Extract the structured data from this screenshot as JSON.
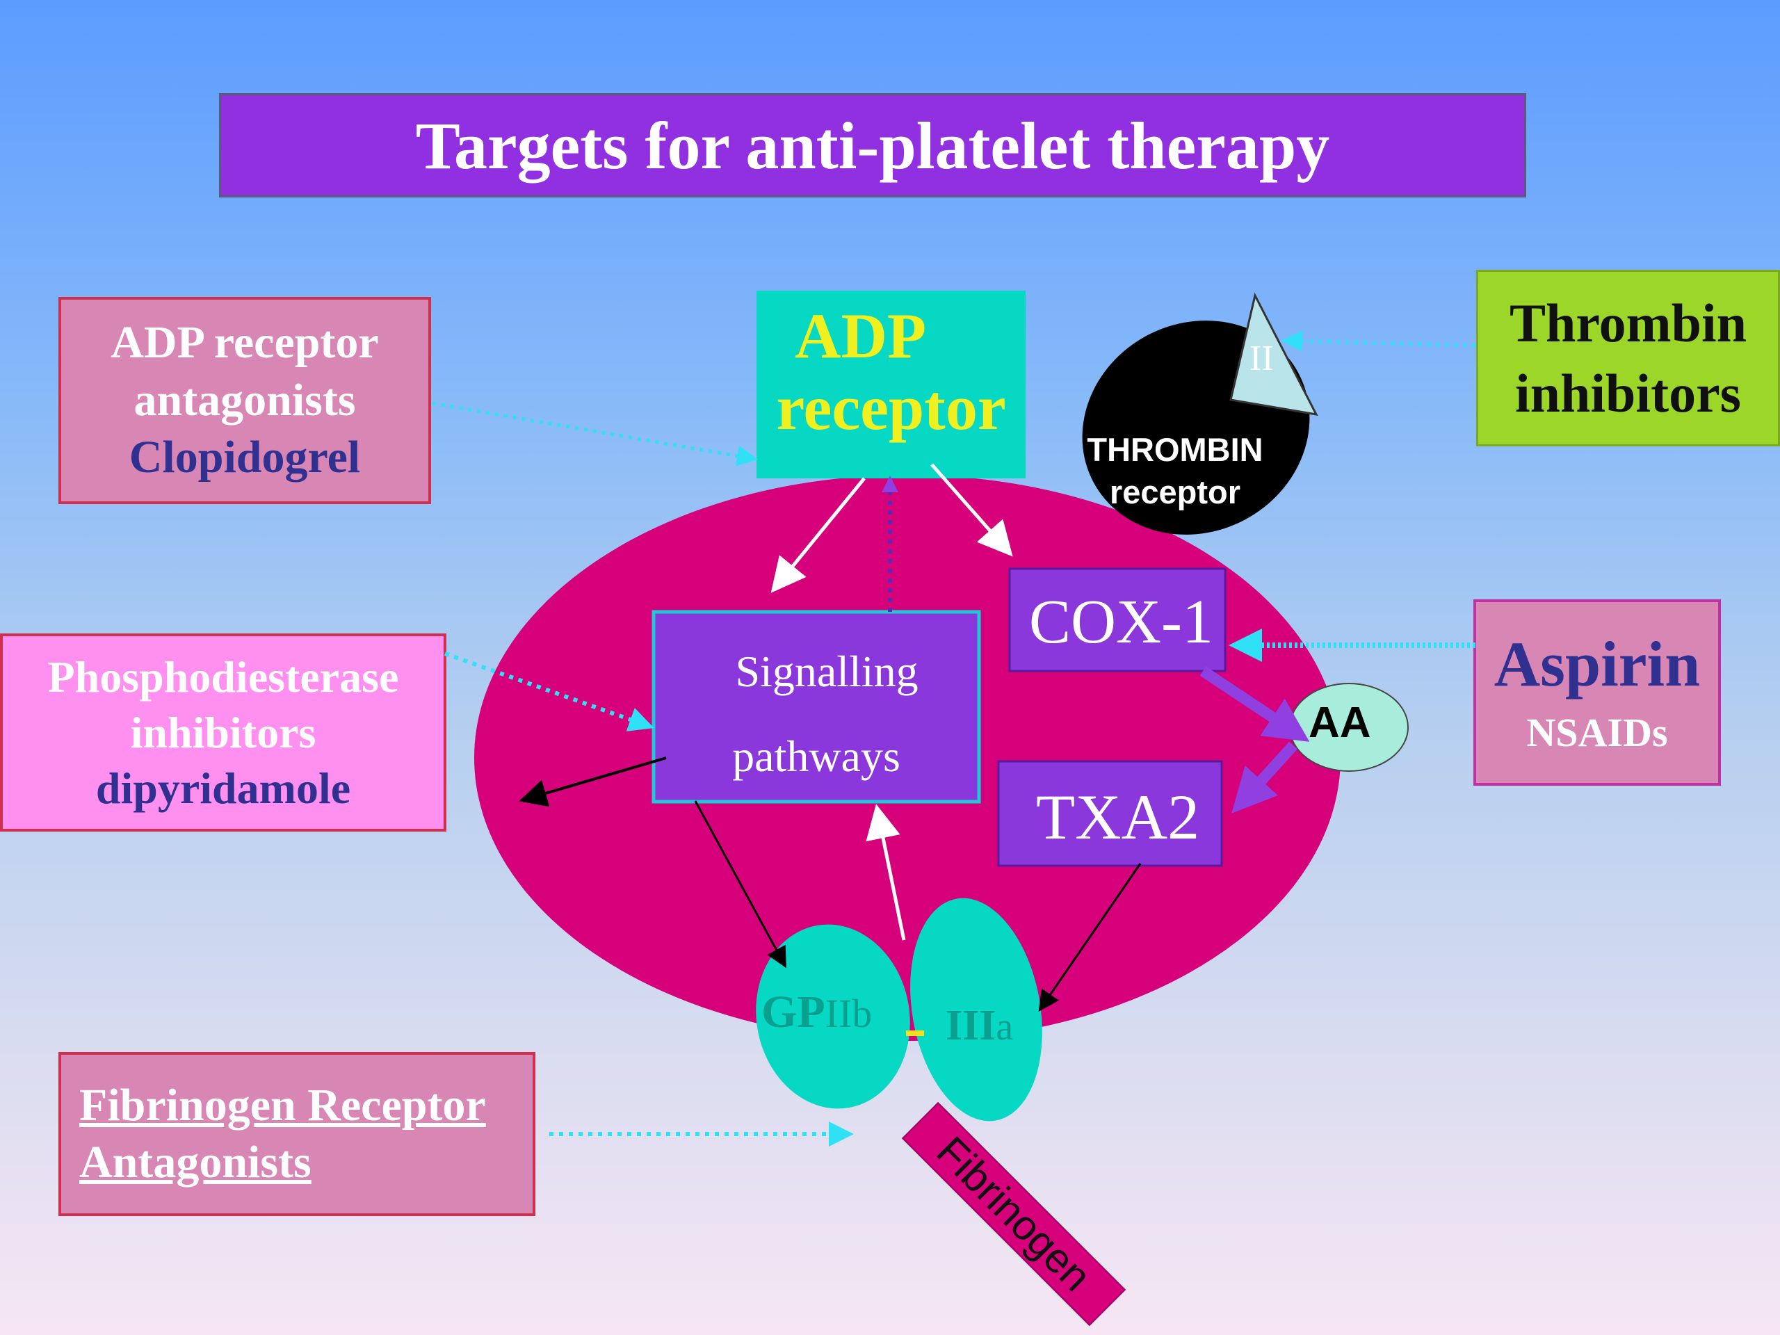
{
  "title": "Targets for anti-platelet therapy",
  "adp_antagonists": {
    "line1": "ADP receptor",
    "line2": "antagonists",
    "drug": "Clopidogrel"
  },
  "pde_inhibitors": {
    "line1": "Phosphodiesterase",
    "line2": "inhibitors",
    "drug": "dipyridamole"
  },
  "fibrinogen_antagonists": {
    "line1": "Fibrinogen Receptor",
    "line2": "Antagonists"
  },
  "thrombin_inhibitors": {
    "line1": "Thrombin",
    "line2": "inhibitors"
  },
  "aspirin": {
    "line1": "Aspirin",
    "line2": "NSAIDs"
  },
  "adp_receptor": {
    "line1": "ADP",
    "line2": "receptor"
  },
  "thrombin_receptor": {
    "line1": "THROMBIN",
    "line2": "receptor",
    "factor": "II"
  },
  "signalling": {
    "line1": "Signalling",
    "line2": "pathways"
  },
  "cox1": "COX-1",
  "txa2": "TXA2",
  "aa": "AA",
  "gp_left": {
    "main": "GP",
    "sub": "IIb"
  },
  "gp_right": {
    "main": "III",
    "sub": "a"
  },
  "fibrinogen": "Fibrinogen",
  "colors": {
    "platelet": "#d6007a",
    "purple_box": "#8a38dc",
    "teal": "#06d8c4",
    "adp_text": "#f0f020",
    "thrombin_inhibitor_bg": "#9cd628",
    "pde_bg": "#ff90f0",
    "arrow_cyan": "#30e0f4"
  }
}
